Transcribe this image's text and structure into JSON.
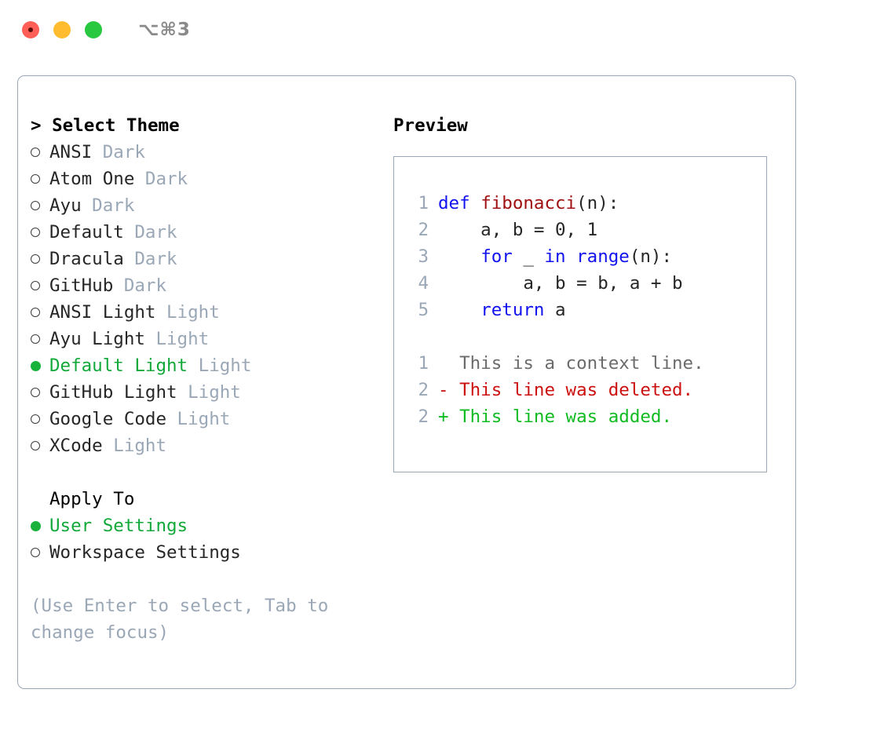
{
  "window": {
    "shortcut": "⌥⌘3",
    "traffic_lights": [
      "close-red",
      "minimize-yellow",
      "maximize-green"
    ]
  },
  "left_panel": {
    "header_caret": ">",
    "header": "Select Theme",
    "themes": [
      {
        "name": "ANSI",
        "kind": "Dark",
        "selected": false
      },
      {
        "name": "Atom One",
        "kind": "Dark",
        "selected": false
      },
      {
        "name": "Ayu",
        "kind": "Dark",
        "selected": false
      },
      {
        "name": "Default",
        "kind": "Dark",
        "selected": false
      },
      {
        "name": "Dracula",
        "kind": "Dark",
        "selected": false
      },
      {
        "name": "GitHub",
        "kind": "Dark",
        "selected": false
      },
      {
        "name": "ANSI Light",
        "kind": "Light",
        "selected": false
      },
      {
        "name": "Ayu Light",
        "kind": "Light",
        "selected": false
      },
      {
        "name": "Default Light",
        "kind": "Light",
        "selected": true
      },
      {
        "name": "GitHub Light",
        "kind": "Light",
        "selected": false
      },
      {
        "name": "Google Code",
        "kind": "Light",
        "selected": false
      },
      {
        "name": "XCode",
        "kind": "Light",
        "selected": false
      }
    ],
    "apply_to_label": "Apply To",
    "apply_to_options": [
      {
        "name": "User Settings",
        "selected": true
      },
      {
        "name": "Workspace Settings",
        "selected": false
      }
    ],
    "hint": "(Use Enter to select, Tab to change focus)"
  },
  "preview": {
    "title": "Preview",
    "code_lines": [
      {
        "num": "1",
        "segments": [
          {
            "t": "def ",
            "c": "kw"
          },
          {
            "t": "fibonacci",
            "c": "fn"
          },
          {
            "t": "(n):",
            "c": "code-text"
          }
        ]
      },
      {
        "num": "2",
        "segments": [
          {
            "t": "    a, b = 0, 1",
            "c": "code-text"
          }
        ]
      },
      {
        "num": "3",
        "segments": [
          {
            "t": "    ",
            "c": "code-text"
          },
          {
            "t": "for",
            "c": "kw"
          },
          {
            "t": " _ ",
            "c": "code-text"
          },
          {
            "t": "in",
            "c": "kw"
          },
          {
            "t": " ",
            "c": "code-text"
          },
          {
            "t": "range",
            "c": "kw"
          },
          {
            "t": "(n):",
            "c": "code-text"
          }
        ]
      },
      {
        "num": "4",
        "segments": [
          {
            "t": "        a, b = b, a + b",
            "c": "code-text"
          }
        ]
      },
      {
        "num": "5",
        "segments": [
          {
            "t": "    ",
            "c": "code-text"
          },
          {
            "t": "return",
            "c": "kw"
          },
          {
            "t": " a",
            "c": "code-text"
          }
        ]
      }
    ],
    "diff_lines": [
      {
        "num": "1",
        "text": "  This is a context line.",
        "c": "ctx"
      },
      {
        "num": "2",
        "text": "- This line was deleted.",
        "c": "del"
      },
      {
        "num": "2",
        "text": "+ This line was added.",
        "c": "add"
      }
    ]
  },
  "colors": {
    "accent_green": "#12a83a",
    "bullet_green": "#19b33c",
    "muted": "#9aa7b7",
    "keyword_blue": "#1212ee",
    "function_red": "#a01010",
    "diff_deleted": "#cc1111",
    "diff_added": "#11bb22",
    "border": "#9aa7b7"
  }
}
